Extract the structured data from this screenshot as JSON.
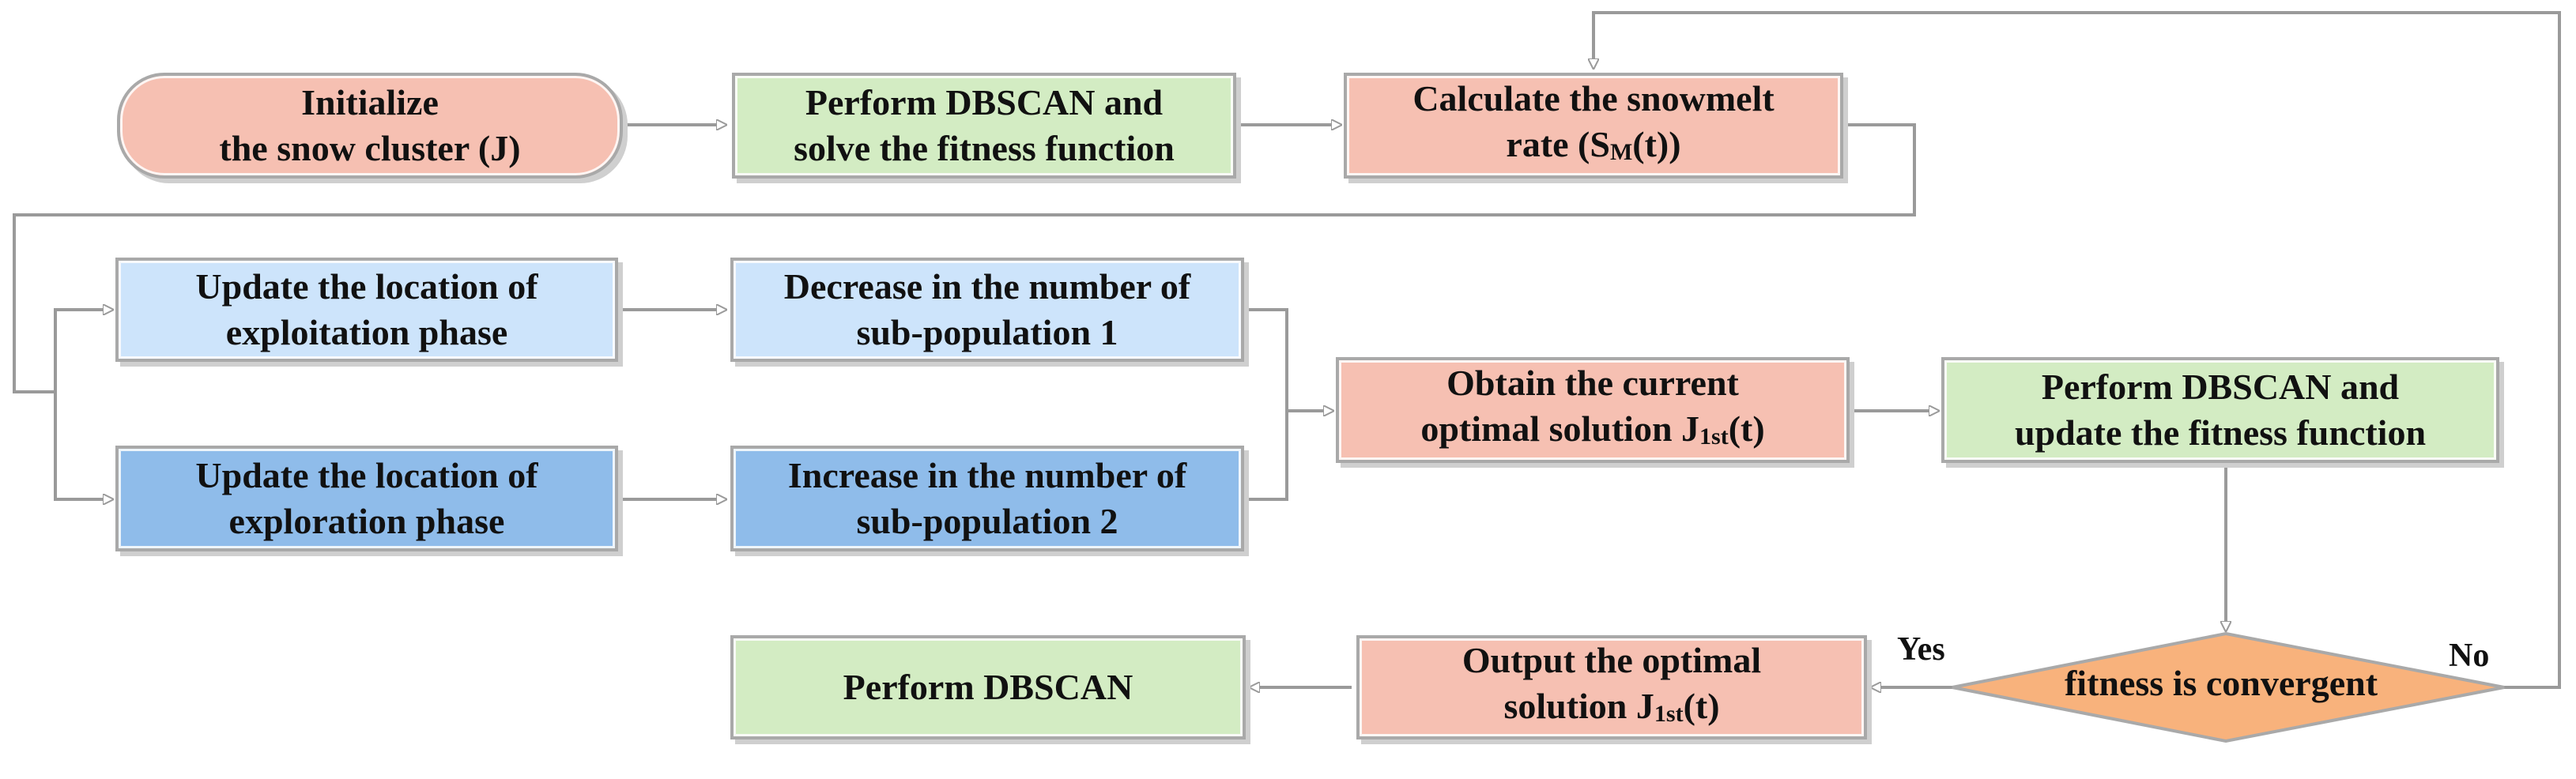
{
  "colors": {
    "pink": "#f6c0b2",
    "green": "#d3ecc3",
    "light_blue": "#cde4fb",
    "dark_blue": "#8fbcea",
    "decision_orange": "#f8b27c",
    "connector": "#9a9a9a"
  },
  "nodes": {
    "init": "Initialize\nthe snow cluster (J)",
    "dbscan_solve": "Perform DBSCAN and\nsolve the fitness function",
    "snowmelt": {
      "line1": "Calculate the snowmelt",
      "pre": "rate (S",
      "sub": "M",
      "post": "(t))"
    },
    "exploitation": "Update the location of\nexploitation phase",
    "decrease": "Decrease in the number of\nsub-population 1",
    "exploration": "Update the location of\nexploration phase",
    "increase": "Increase in the number of\nsub-population 2",
    "obtain": {
      "line1": "Obtain the current",
      "pre": "optimal solution J",
      "sub": "1st",
      "post": "(t)"
    },
    "dbscan_update": "Perform DBSCAN and\nupdate the  fitness function",
    "decision": "fitness is convergent",
    "output": {
      "line1": "Output the optimal",
      "pre": "solution J",
      "sub": "1st",
      "post": "(t)"
    },
    "final": "Perform DBSCAN"
  },
  "edge_labels": {
    "yes": "Yes",
    "no": "No"
  }
}
